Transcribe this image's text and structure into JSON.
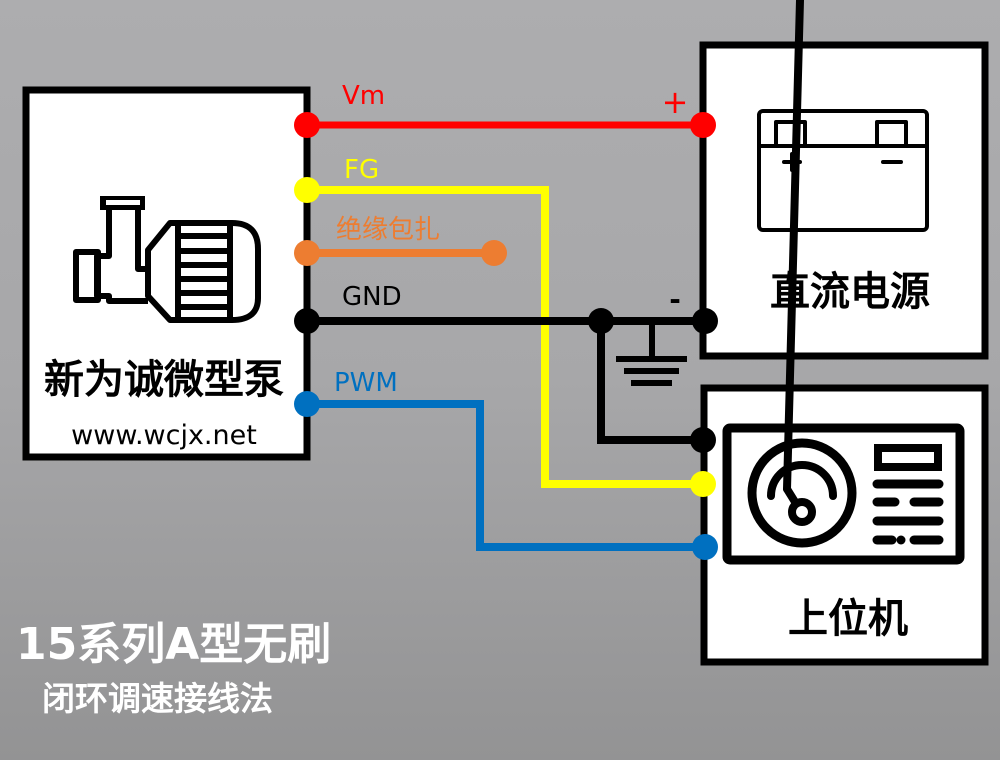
{
  "pump_block": {
    "name": "新为诚微型泵",
    "url": "www.wcjx.net",
    "icon": "pump-motor-icon"
  },
  "power_block": {
    "name": "直流电源",
    "icon": "battery-icon",
    "battery_plus": "+",
    "battery_minus": "−",
    "terminal_plus": "+",
    "terminal_minus": "-"
  },
  "host_block": {
    "name": "上位机",
    "icon": "gauge-panel-icon"
  },
  "wires": [
    {
      "id": "vm",
      "label": "Vm",
      "color": "#ff0000",
      "from": "pump",
      "to": "power +"
    },
    {
      "id": "fg",
      "label": "FG",
      "color": "#ffff00",
      "from": "pump",
      "to": "host"
    },
    {
      "id": "insulate",
      "label": "绝缘包扎",
      "color": "#ed7d31",
      "from": "pump",
      "to": "insulated end"
    },
    {
      "id": "gnd",
      "label": "GND",
      "color": "#000000",
      "from": "pump",
      "to": "power - / host"
    },
    {
      "id": "pwm",
      "label": "PWM",
      "color": "#0070c0",
      "from": "pump",
      "to": "host"
    }
  ],
  "ground_symbol": "ground-icon",
  "caption": {
    "line1": "15系列A型无刷",
    "line2": "闭环调速接线法"
  }
}
